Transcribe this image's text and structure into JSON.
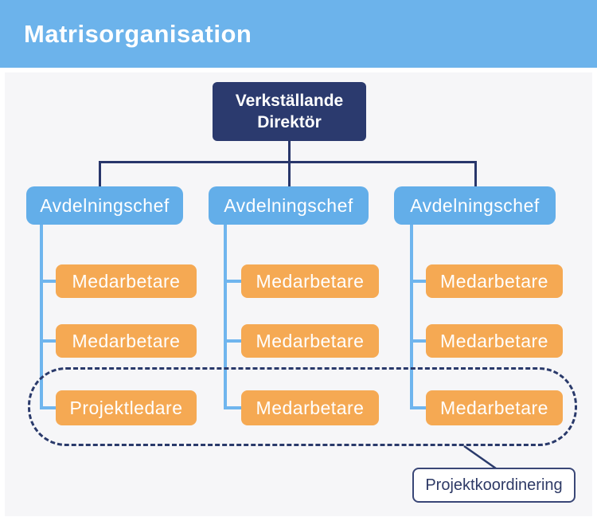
{
  "header": {
    "title": "Matrisorganisation"
  },
  "org": {
    "root": {
      "label": "Verkställande Direktör"
    },
    "columns": [
      {
        "manager": "Avdelningschef",
        "members": [
          "Medarbetare",
          "Medarbetare",
          "Projektledare"
        ]
      },
      {
        "manager": "Avdelningschef",
        "members": [
          "Medarbetare",
          "Medarbetare",
          "Medarbetare"
        ]
      },
      {
        "manager": "Avdelningschef",
        "members": [
          "Medarbetare",
          "Medarbetare",
          "Medarbetare"
        ]
      }
    ],
    "annotation": {
      "label": "Projektkoordinering"
    }
  },
  "colors": {
    "header_bg": "#6CB3EB",
    "panel_bg": "#F6F6F8",
    "root_box_bg": "#2B3A6E",
    "manager_box_bg": "#63AEE9",
    "member_box_bg": "#F5A953",
    "navy_line": "#28366B",
    "blue_line": "#6FB5EE",
    "annotation_border": "#3A4777",
    "annotation_text": "#2E3A66"
  }
}
